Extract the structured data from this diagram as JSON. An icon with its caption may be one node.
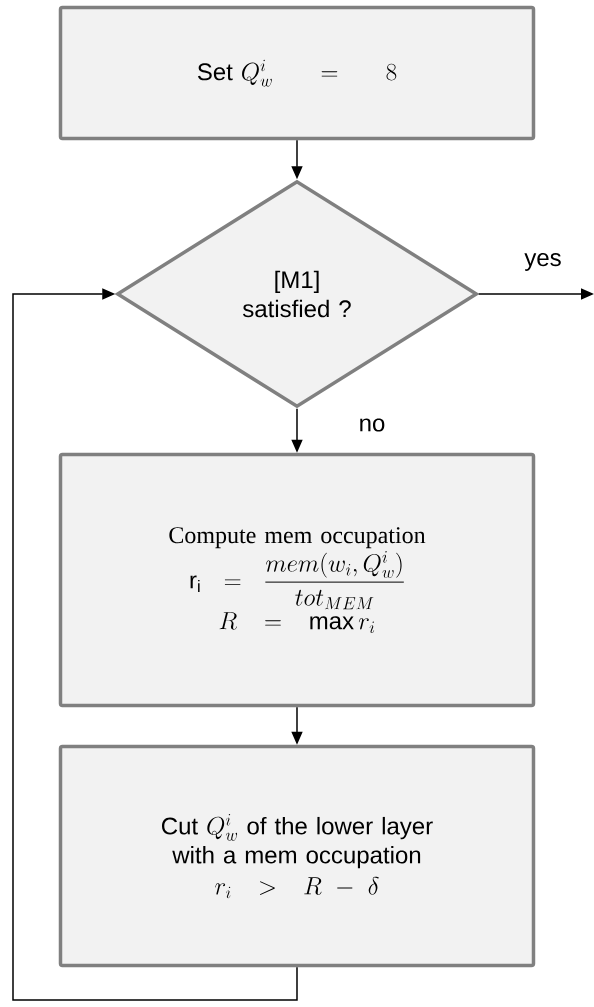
{
  "diagram": {
    "nodes": [
      {
        "text": [
          "Set",
          "Q_w^i \\;=\\; 8"
        ]
      },
      {
        "text": [
          "[M1] satisfied ?"
        ]
      },
      {
        "text": [
          "Compute mem occupation",
          "\\mathrm{r_i} = \\frac{mem(w_i, Q_w^i)}{tot_{MEM}}",
          "R = \\max r_i"
        ]
      },
      {
        "text": [
          "Cut",
          "Q_w^i",
          "of the lower layer with a mem occupation",
          "r_i > R - \\delta"
        ]
      }
    ],
    "edges": [
      {
        "from": 0,
        "to": 1,
        "arrow": "to"
      },
      {
        "from": 1,
        "to": null,
        "arrow": "to",
        "label": "yes"
      },
      {
        "from": 1,
        "to": 2,
        "arrow": "to",
        "label": "no"
      },
      {
        "from": 2,
        "to": 3,
        "arrow": "to"
      },
      {
        "from": 3,
        "to": 1,
        "arrow": "to"
      }
    ]
  }
}
